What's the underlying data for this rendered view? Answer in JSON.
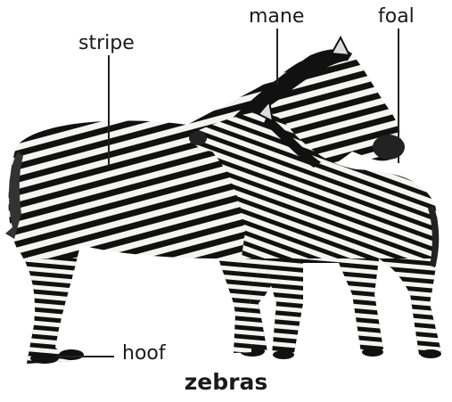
{
  "labels": {
    "stripe": "stripe",
    "mane": "mane",
    "foal": "foal",
    "hoof": "hoof"
  },
  "caption": "zebras",
  "colors": {
    "stripe_dark": "#111111",
    "coat_light": "#f4f4f2",
    "leader_line": "#222222"
  }
}
